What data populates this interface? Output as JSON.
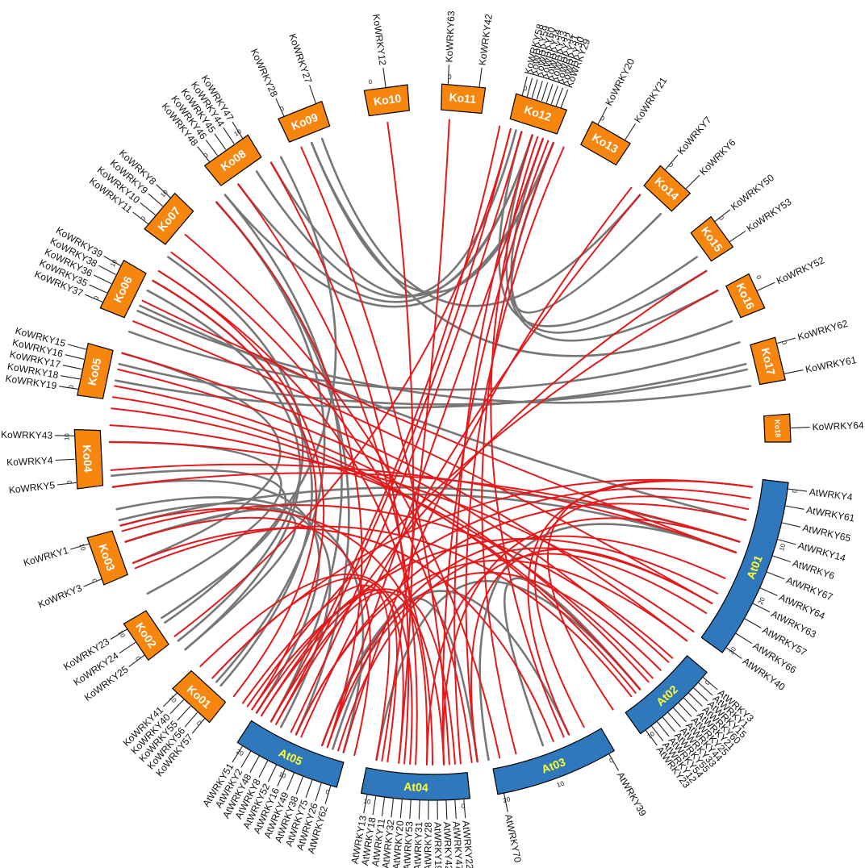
{
  "colors": {
    "ko_fill": "#f7860f",
    "at_fill": "#2f78bb",
    "ko_label": "#ffffff",
    "at_label": "#ffff33",
    "interspecies_link": "#e31a1c",
    "intraspecies_link": "#777777"
  },
  "chromosomes": [
    {
      "name": "Ko01",
      "group": "ko",
      "ticks": [
        "0",
        "10"
      ],
      "genes": [
        "KoWRKY57",
        "KoWRKY56",
        "KoWRKY55",
        "KoWRKY40",
        "KoWRKY41"
      ]
    },
    {
      "name": "Ko02",
      "group": "ko",
      "ticks": [
        "0",
        "10"
      ],
      "genes": [
        "KoWRKY25",
        "KoWRKY24",
        "KoWRKY23"
      ]
    },
    {
      "name": "Ko03",
      "group": "ko",
      "ticks": [
        "0",
        "10"
      ],
      "genes": [
        "KoWRKY3",
        "KoWRKY1"
      ]
    },
    {
      "name": "Ko04",
      "group": "ko",
      "ticks": [
        "0",
        "10"
      ],
      "genes": [
        "KoWRKY5",
        "KoWRKY4",
        "KoWRKY43"
      ]
    },
    {
      "name": "Ko05",
      "group": "ko",
      "ticks": [
        "0"
      ],
      "genes": [
        "KoWRKY19",
        "KoWRKY18",
        "KoWRKY17",
        "KoWRKY16",
        "KoWRKY15"
      ]
    },
    {
      "name": "Ko06",
      "group": "ko",
      "ticks": [
        "0",
        "10"
      ],
      "genes": [
        "KoWRKY37",
        "KoWRKY35",
        "KoWRKY36",
        "KoWRKY38",
        "KoWRKY39"
      ]
    },
    {
      "name": "Ko07",
      "group": "ko",
      "ticks": [
        "0",
        "10"
      ],
      "genes": [
        "KoWRKY11",
        "KoWRKY10",
        "KoWRKY9",
        "KoWRKY8"
      ]
    },
    {
      "name": "Ko08",
      "group": "ko",
      "ticks": [
        "0",
        "10"
      ],
      "genes": [
        "KoWRKY48",
        "KoWRKY46",
        "KoWRKY45",
        "KoWRKY44",
        "KoWRKY47"
      ]
    },
    {
      "name": "Ko09",
      "group": "ko",
      "ticks": [
        "0"
      ],
      "genes": [
        "KoWRKY28",
        "KoWRKY27"
      ]
    },
    {
      "name": "Ko10",
      "group": "ko",
      "ticks": [
        "0"
      ],
      "genes": [
        "KoWRKY12"
      ]
    },
    {
      "name": "Ko11",
      "group": "ko",
      "ticks": [
        "0"
      ],
      "genes": [
        "KoWRKY63",
        "KoWRKY42"
      ]
    },
    {
      "name": "Ko12",
      "group": "ko",
      "ticks": [
        "0"
      ],
      "genes": [
        "KoWRKY58",
        "KoWRKY59",
        "KoWRKY60",
        "KoWRKY34",
        "KoWRKY33",
        "KoWRKY32",
        "KoWRKY31",
        "KoWRKY30",
        "KoWRKY29"
      ]
    },
    {
      "name": "Ko13",
      "group": "ko",
      "ticks": [
        "0"
      ],
      "genes": [
        "KoWRKY20",
        "KoWRKY21"
      ]
    },
    {
      "name": "Ko14",
      "group": "ko",
      "ticks": [
        "0"
      ],
      "genes": [
        "KoWRKY7",
        "KoWRKY6"
      ]
    },
    {
      "name": "Ko15",
      "group": "ko",
      "ticks": [
        "0"
      ],
      "genes": [
        "KoWRKY50",
        "KoWRKY53"
      ]
    },
    {
      "name": "Ko16",
      "group": "ko",
      "ticks": [
        "0"
      ],
      "genes": [
        "KoWRKY52"
      ]
    },
    {
      "name": "Ko17",
      "group": "ko",
      "ticks": [
        "0"
      ],
      "genes": [
        "KoWRKY62",
        "KoWRKY61"
      ]
    },
    {
      "name": "Ko18",
      "group": "ko",
      "ticks": [],
      "genes": [
        "KoWRKY64"
      ]
    },
    {
      "name": "At01",
      "group": "at",
      "ticks": [
        "0",
        "10",
        "20",
        "30"
      ],
      "genes": [
        "AtWRKY4",
        "AtWRKY61",
        "AtWRKY65",
        "AtWRKY14",
        "AtWRKY6",
        "AtWRKY67",
        "AtWRKY64",
        "AtWRKY63",
        "AtWRKY57",
        "AtWRKY66",
        "AtWRKY40"
      ]
    },
    {
      "name": "At02",
      "group": "at",
      "ticks": [
        "0",
        "10"
      ],
      "genes": [
        "AtWRKY3",
        "AtWRKY1",
        "AtWRKY15",
        "AtWRKY60",
        "AtWRKY21",
        "AtWRKY25",
        "AtWRKY44",
        "AtWRKY33",
        "AtWRKY55",
        "AtWRKY54",
        "AtWRKY12",
        "AtWRKY23"
      ]
    },
    {
      "name": "At03",
      "group": "at",
      "ticks": [
        "0",
        "10",
        "20"
      ],
      "genes": [
        "AtWRKY39",
        "AtWRKY70"
      ]
    },
    {
      "name": "At04",
      "group": "at",
      "ticks": [
        "0",
        "10"
      ],
      "genes": [
        "AtWRKY22",
        "AtWRKY47",
        "AtWRKY42",
        "AtWRKY19",
        "AtWRKY28",
        "AtWRKY31",
        "AtWRKY53",
        "AtWRKY20",
        "AtWRKY32",
        "AtWRKY11",
        "AtWRKY18",
        "AtWRKY13"
      ]
    },
    {
      "name": "At05",
      "group": "at",
      "ticks": [
        "0",
        "10",
        "20"
      ],
      "genes": [
        "AtWRKY62",
        "AtWRKY26",
        "AtWRKY75",
        "AtWRKY38",
        "AtWRKY49",
        "AtWRKY16",
        "AtWRKY52",
        "AtWRKY8",
        "AtWRKY48",
        "AtWRKY2",
        "AtWRKY51"
      ]
    }
  ]
}
